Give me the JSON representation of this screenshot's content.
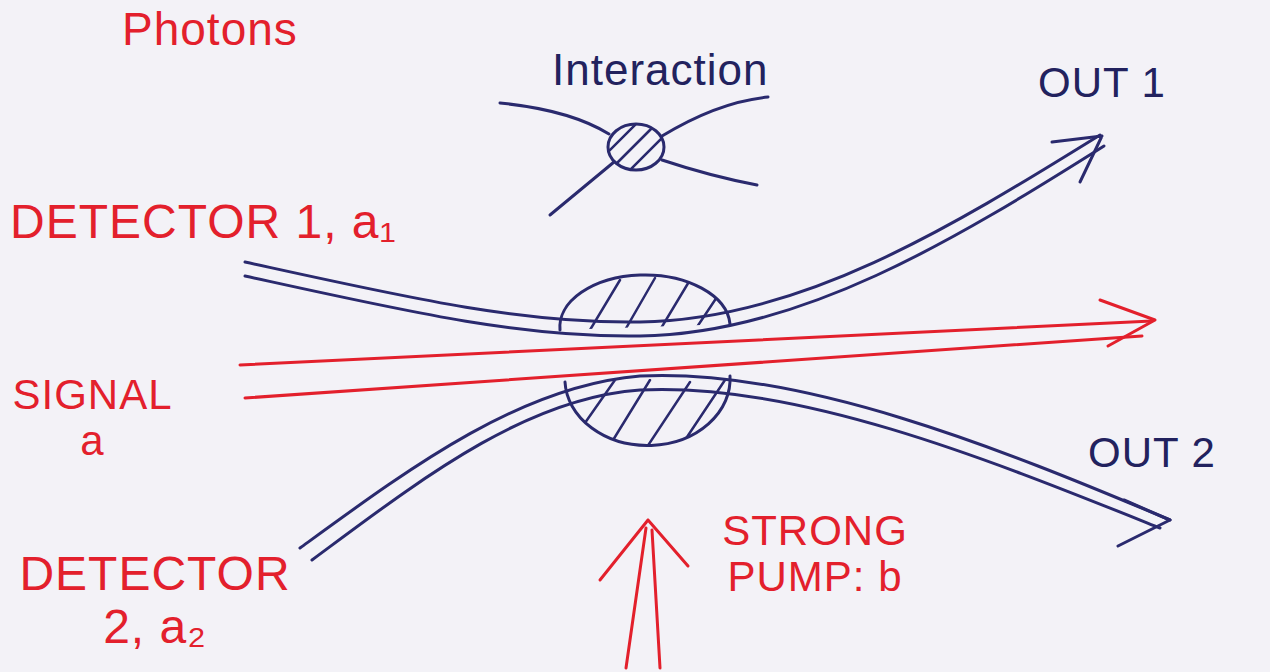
{
  "diagram": {
    "title": "Photons",
    "labels": [
      "Interaction",
      "OUT 1",
      "DETECTOR 1, a₁",
      "SIGNAL a",
      "OUT 2",
      "DETECTOR 2, a₂",
      "STRONG PUMP: b"
    ]
  }
}
